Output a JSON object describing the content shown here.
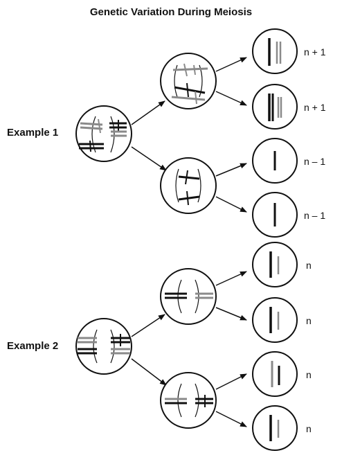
{
  "title": "Genetic Variation During Meiosis",
  "examples": [
    {
      "label": "Example 1",
      "gametes": [
        {
          "ploidy": "n + 1"
        },
        {
          "ploidy": "n + 1"
        },
        {
          "ploidy": "n – 1"
        },
        {
          "ploidy": "n – 1"
        }
      ]
    },
    {
      "label": "Example 2",
      "gametes": [
        {
          "ploidy": "n"
        },
        {
          "ploidy": "n"
        },
        {
          "ploidy": "n"
        },
        {
          "ploidy": "n"
        }
      ]
    }
  ],
  "colors": {
    "dark_chromosome": "#111111",
    "light_chromosome": "#8a8a8a",
    "outline": "#111111"
  }
}
